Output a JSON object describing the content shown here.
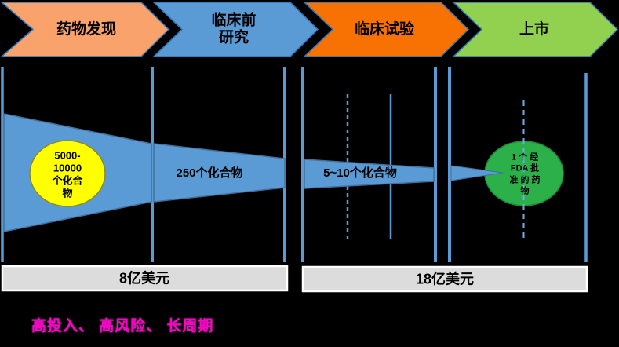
{
  "stages": [
    {
      "label": "药物发现",
      "color": "#F9A26C"
    },
    {
      "label": "临床前\n研究",
      "color": "#5B9BD5"
    },
    {
      "label": "临床试验",
      "color": "#F87203"
    },
    {
      "label": "上市",
      "color": "#92D050"
    }
  ],
  "funnel": {
    "color": "#5B9BD5",
    "border_color": "#41719C",
    "line_color": "#5B9BD5",
    "dashed_line_color": "#6FAEE4",
    "stage1_compounds": "5000-\n10000\n个化合\n物",
    "stage1_circle_color": "#FFFF00",
    "stage2_compounds": "250个化合物",
    "stage3_compounds": "5~10个化合物",
    "approved_drug": "1 个 经\nFDA 批\n准 的 药\n物",
    "approved_circle_color": "#2BB04A"
  },
  "costs": [
    {
      "label": "8亿美元",
      "color": "#DCDCDC"
    },
    {
      "label": "18亿美元",
      "color": "#DCDCDC"
    }
  ],
  "footnote": {
    "text": "高投入、 高风险、 长周期",
    "color": "#FF00CC"
  }
}
